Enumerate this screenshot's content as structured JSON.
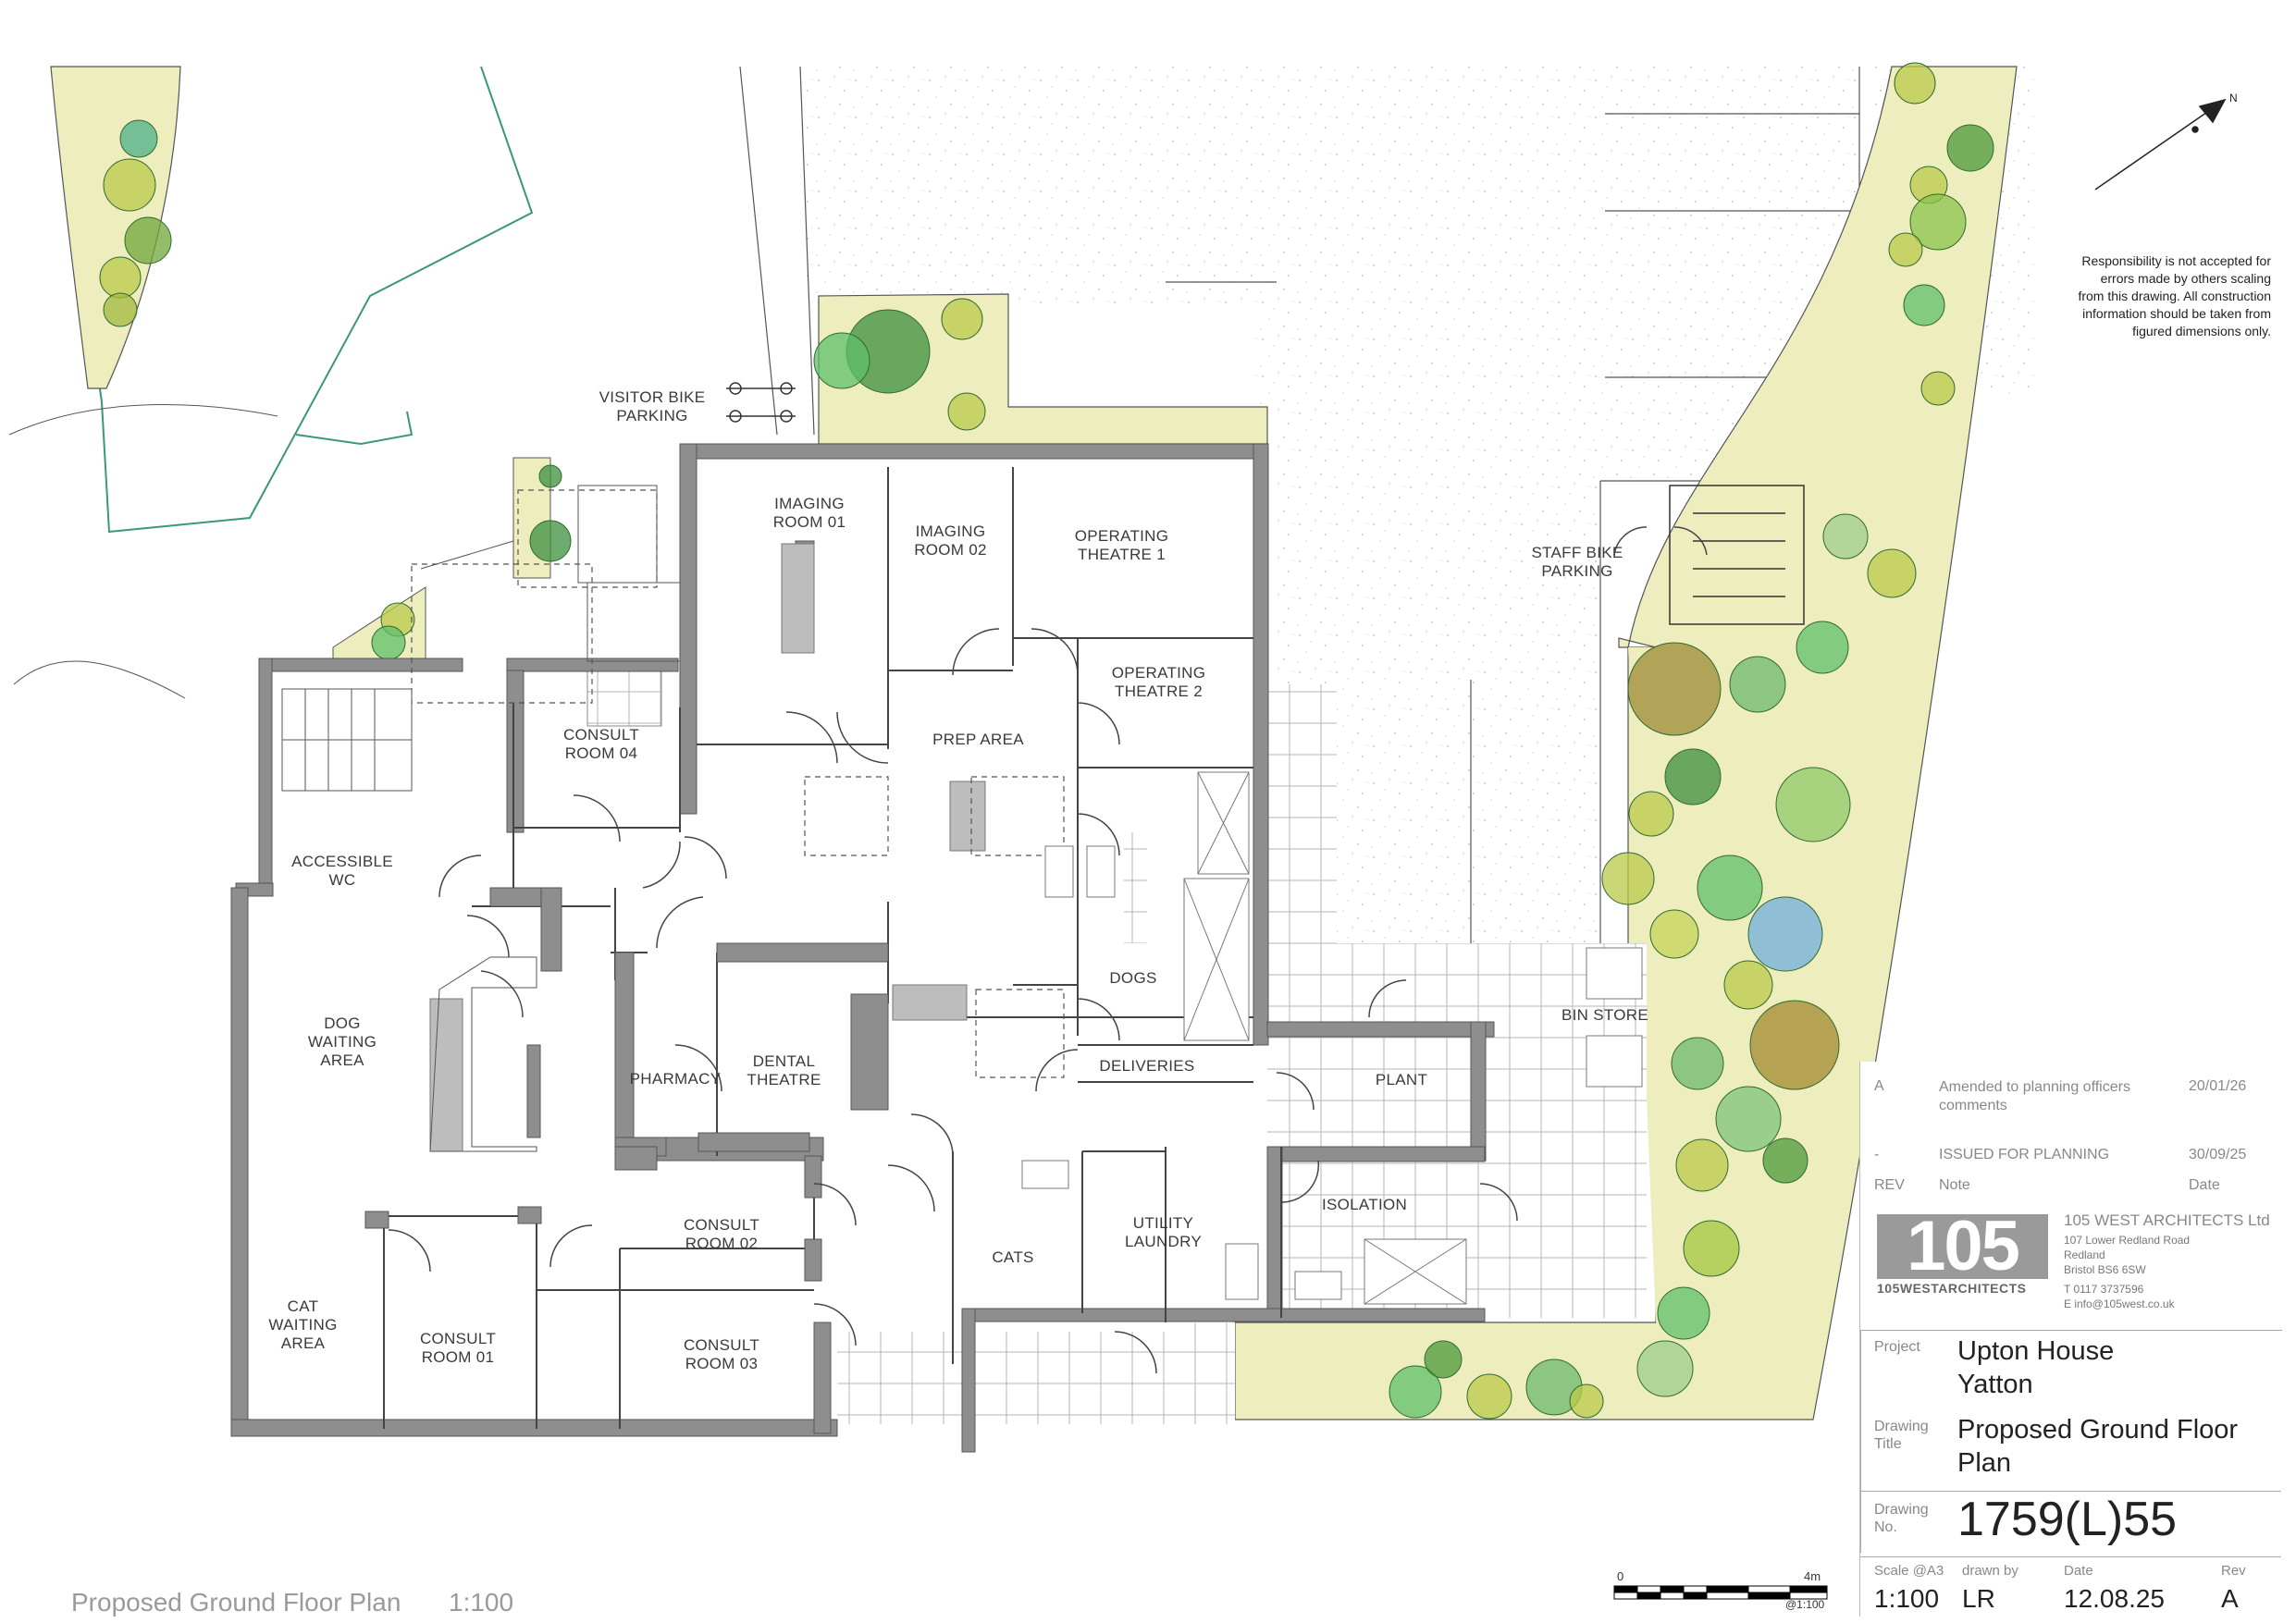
{
  "drawing": {
    "footer_title": "Proposed Ground Floor Plan",
    "footer_scale": "1:100",
    "responsibility_note": "Responsibility is not accepted for\nerrors made by others scaling\nfrom this drawing. All construction\ninformation should be taken from\nfigured dimensions only.",
    "north_label": "N",
    "scale_bar": {
      "start": "0",
      "end": "4m",
      "ratio": "@1:100"
    }
  },
  "rooms": {
    "imaging_01": "IMAGING\nROOM 01",
    "imaging_02": "IMAGING\nROOM 02",
    "operating_1": "OPERATING\nTHEATRE 1",
    "operating_2": "OPERATING\nTHEATRE 2",
    "prep_area": "PREP AREA",
    "consult_04": "CONSULT\nROOM 04",
    "accessible_wc": "ACCESSIBLE\nWC",
    "dog_waiting": "DOG\nWAITING\nAREA",
    "pharmacy": "PHARMACY",
    "dental": "DENTAL\nTHEATRE",
    "dogs": "DOGS",
    "deliveries": "DELIVERIES",
    "consult_02": "CONSULT\nROOM 02",
    "cats": "CATS",
    "utility": "UTILITY\nLAUNDRY",
    "isolation": "ISOLATION",
    "plant": "PLANT",
    "bin_store": "BIN STORE",
    "cat_waiting": "CAT\nWAITING\nAREA",
    "consult_01": "CONSULT\nROOM 01",
    "consult_03": "CONSULT\nROOM 03",
    "visitor_bike": "VISITOR BIKE\nPARKING",
    "staff_bike": "STAFF BIKE\nPARKING"
  },
  "revisions": [
    {
      "rev": "A",
      "note": "Amended to planning officers\ncomments",
      "date": "20/01/26"
    },
    {
      "rev": "-",
      "note": "ISSUED FOR PLANNING",
      "date": "30/09/25"
    }
  ],
  "revision_headers": {
    "rev": "REV",
    "note": "Note",
    "date": "Date"
  },
  "firm": {
    "logo_text": "105",
    "logo_caption": "105WESTARCHITECTS",
    "name": "105 WEST ARCHITECTS Ltd",
    "address": "107 Lower Redland Road\nRedland\nBristol BS6 6SW",
    "contact": "T 0117 3737596\nE info@105west.co.uk"
  },
  "title_block": {
    "project_label": "Project",
    "project": "Upton House\nYatton",
    "drawing_title_label": "Drawing\nTitle",
    "drawing_title": "Proposed Ground Floor\nPlan",
    "drawing_no_label": "Drawing\nNo.",
    "drawing_no": "1759(L)55",
    "scale_label": "Scale @A3",
    "scale": "1:100",
    "drawn_by_label": "drawn by",
    "drawn_by": "LR",
    "date_label": "Date",
    "date": "12.08.25",
    "rev_label": "Rev",
    "rev": "A"
  },
  "colors": {
    "wall": "#8e8e8e",
    "landscape": "#eeedbe",
    "tree_dark": "#3d8f3d",
    "tree_light": "#b9c94a",
    "site_line": "#3a9a6f"
  }
}
